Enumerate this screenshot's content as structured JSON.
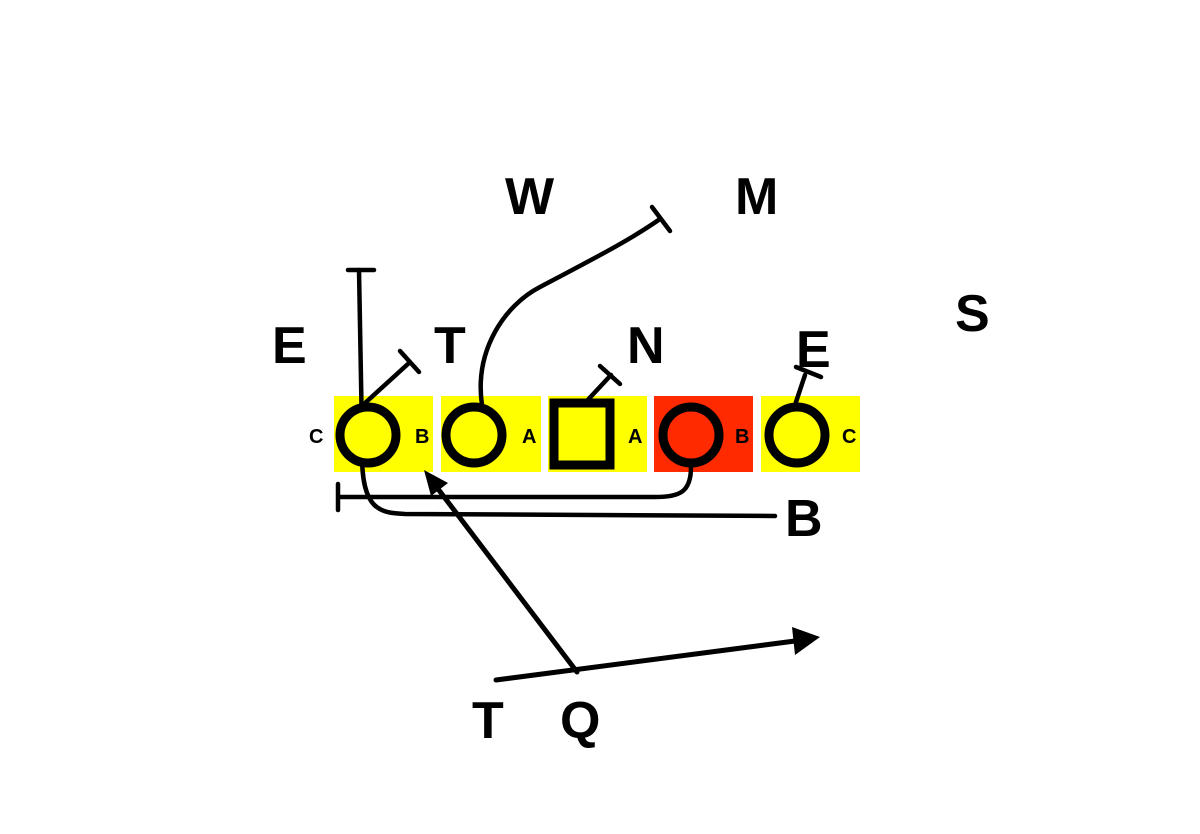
{
  "colors": {
    "gap_yellow": "#ffff00",
    "gap_red": "#ff2a00",
    "player_fill": "#ffff00",
    "ink": "#000000",
    "background": "#ffffff"
  },
  "defense": {
    "w": "W",
    "m": "M",
    "s": "S",
    "end_left": "E",
    "tackle": "T",
    "nose": "N",
    "end_right": "E"
  },
  "offense": {
    "back": "B",
    "tailback": "T",
    "quarterback": "Q"
  },
  "gaps": {
    "left_c": "C",
    "left_b": "B",
    "left_a": "A",
    "right_a": "A",
    "right_b": "B",
    "right_c": "C"
  }
}
